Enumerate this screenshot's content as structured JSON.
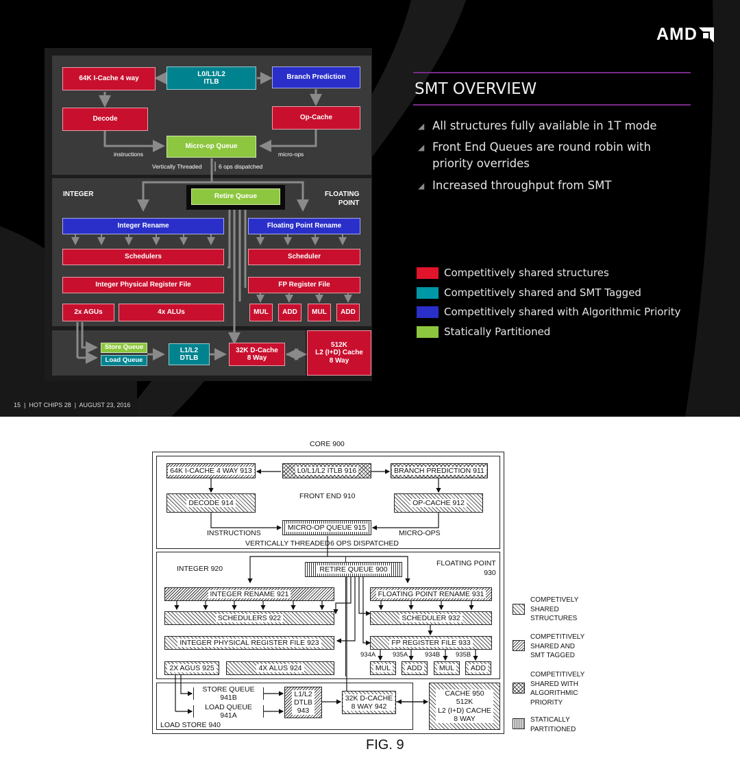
{
  "slide": {
    "logo": "AMD",
    "title": "SMT OVERVIEW",
    "bullets": [
      "All structures fully available in 1T mode",
      "Front End Queues are round robin with priority overrides",
      "Increased throughput from SMT"
    ],
    "legend": [
      {
        "label": "Competitively shared structures",
        "color": "#e0142b"
      },
      {
        "label": "Competitively shared and SMT Tagged",
        "color": "#0097a7"
      },
      {
        "label": "Competitively shared with Algorithmic Priority",
        "color": "#2a2fc9"
      },
      {
        "label": "Statically Partitioned",
        "color": "#8dc63f"
      }
    ],
    "footer": "15  |  HOT CHIPS 28  |  AUGUST 23, 2016",
    "colors": {
      "red": "#c8102e",
      "teal": "#00838f",
      "blue": "#2a2fc9",
      "green": "#8dc63f",
      "accent_line": "#7b2a8c"
    },
    "diagram": {
      "icache": "64K I-Cache 4 way",
      "itlb": "L0/L1/L2\nITLB",
      "branch": "Branch Prediction",
      "decode": "Decode",
      "opcache": "Op-Cache",
      "microop": "Micro-op Queue",
      "instructions": "instructions",
      "microops": "micro-ops",
      "vthreaded": "Vertically Threaded",
      "ops_dispatched": "6 ops dispatched",
      "integer": "INTEGER",
      "retire": "Retire Queue",
      "floating": "FLOATING\nPOINT",
      "int_rename": "Integer Rename",
      "fp_rename": "Floating Point Rename",
      "schedulers": "Schedulers",
      "scheduler": "Scheduler",
      "int_prf": "Integer Physical Register File",
      "fp_rf": "FP Register File",
      "agus": "2x AGUs",
      "alus": "4x ALUs",
      "mul1": "MUL",
      "add1": "ADD",
      "mul2": "MUL",
      "add2": "ADD",
      "store_q": "Store Queue",
      "load_q": "Load Queue",
      "dtlb": "L1/L2\nDTLB",
      "dcache": "32K D-Cache\n8 Way",
      "l2": "512K\nL2 (I+D) Cache\n8 Way"
    }
  },
  "patent": {
    "core_title": "CORE 900",
    "front_end": "FRONT END 910",
    "icache": "64K I-CACHE 4 WAY 913",
    "itlb": "L0/L1/L2 ITLB 916",
    "branch": "BRANCH PREDICTION 911",
    "decode": "DECODE 914",
    "opcache": "OP-CACHE 912",
    "microop": "MICRO-OP QUEUE 915",
    "instructions": "INSTRUCTIONS",
    "microops": "MICRO-OPS",
    "vthreaded": "VERTICALLY THREADED",
    "ops_dispatched": "6 OPS DISPATCHED",
    "integer": "INTEGER 920",
    "retire": "RETIRE QUEUE 900",
    "floating": "FLOATING POINT\n930",
    "int_rename": "INTEGER RENAME 921",
    "fp_rename": "FLOATING POINT RENAME 931",
    "schedulers": "SCHEDULERS 922",
    "scheduler": "SCHEDULER 932",
    "int_prf": "INTEGER PHYSICAL REGISTER FILE 923",
    "fp_rf": "FP REGISTER FILE 933",
    "agus": "2X AGUS 925",
    "alus": "4X ALUS 924",
    "mul1": "MUL",
    "add1": "ADD",
    "mul2": "MUL",
    "add2": "ADD",
    "l934a": "934A",
    "l935a": "935A",
    "l934b": "934B",
    "l935b": "935B",
    "store_q": "STORE QUEUE 941B",
    "load_q": "LOAD QUEUE 941A",
    "dtlb": "L1/L2\nDTLB\n943",
    "dcache": "32K D-CACHE\n8 WAY 942",
    "cache": "CACHE 950\n512K\nL2 (I+D) CACHE\n8 WAY",
    "load_store": "LOAD STORE 940",
    "fig": "FIG. 9",
    "legend": [
      "COMPETIVELY\nSHARED\nSTRUCTURES",
      "COMPETITIVELY\nSHARED AND\nSMT TAGGED",
      "COMPETITIVELY\nSHARED WITH\nALGORITHMIC\nPRIORITY",
      "STATICALLY\nPARTITIONED"
    ]
  }
}
